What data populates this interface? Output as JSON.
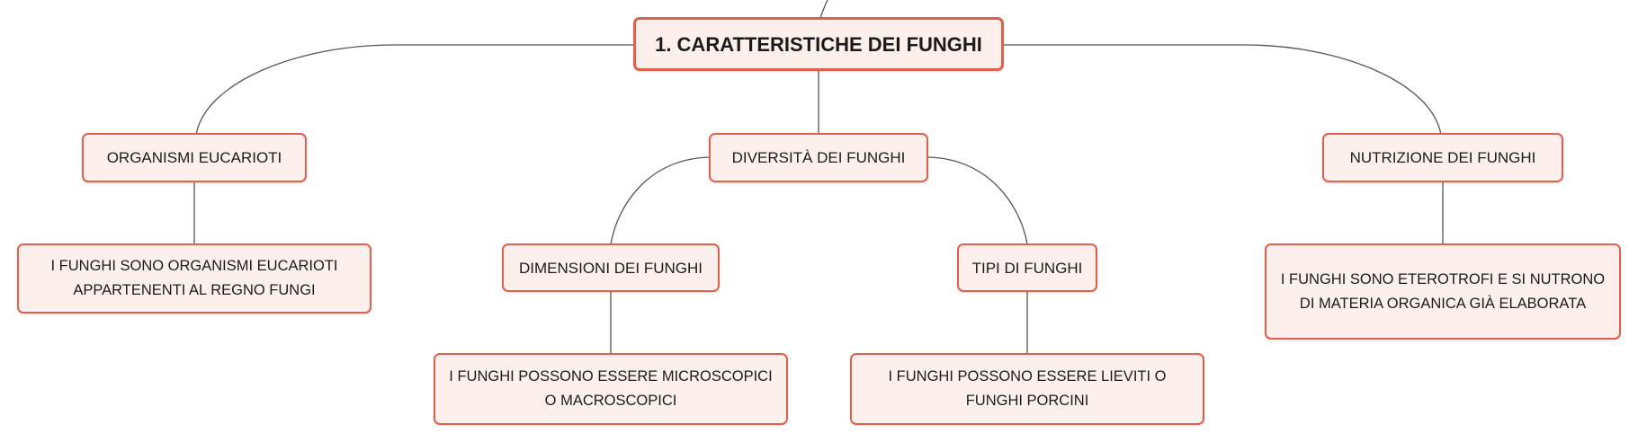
{
  "colors": {
    "node_fill": "#fdf0ec",
    "node_border": "#e0604c",
    "connector": "#555555",
    "text": "#1b1b1b"
  },
  "map": {
    "root": {
      "label": "1. CARATTERISTICHE DEI FUNGHI"
    },
    "branches": {
      "organismi": {
        "label": "ORGANISMI EUCARIOTI",
        "detail": "I FUNGHI SONO ORGANISMI EUCARIOTI APPARTENENTI AL REGNO FUNGI"
      },
      "diversita": {
        "label": "DIVERSITÀ DEI FUNGHI",
        "dimensioni": {
          "label": "DIMENSIONI DEI FUNGHI",
          "detail": "I FUNGHI POSSONO ESSERE MICROSCOPICI O MACROSCOPICI"
        },
        "tipi": {
          "label": "TIPI DI FUNGHI",
          "detail": "I FUNGHI POSSONO ESSERE LIEVITI O FUNGHI PORCINI"
        }
      },
      "nutrizione": {
        "label": "NUTRIZIONE DEI FUNGHI",
        "detail": "I FUNGHI SONO ETEROTROFI E SI NUTRONO DI MATERIA ORGANICA GIÀ ELABORATA"
      }
    }
  }
}
